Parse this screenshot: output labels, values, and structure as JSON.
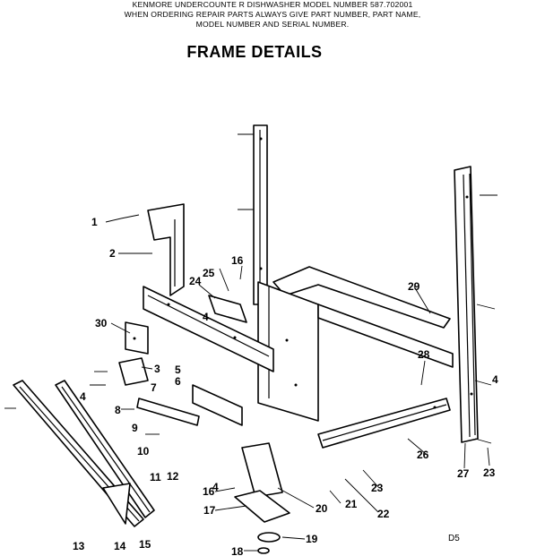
{
  "header": {
    "line1": "KENMORE UNDERCOUNTE R DISHWASHER    MODEL NUMBER 587.702001",
    "line2": "WHEN ORDERING REPAIR PARTS ALWAYS GIVE PART NUMBER, PART NAME,",
    "line3": "MODEL NUMBER AND SERIAL NUMBER."
  },
  "title": "FRAME DETAILS",
  "drawing_code": "D5",
  "callouts": {
    "c1": "1",
    "c2": "2",
    "c3": "3",
    "c4a": "4",
    "c4b": "4",
    "c4c": "4",
    "c4d": "4",
    "c5": "5",
    "c6": "6",
    "c7": "7",
    "c8": "8",
    "c9": "9",
    "c10": "10",
    "c11": "11",
    "c12": "12",
    "c13": "13",
    "c14": "14",
    "c15": "15",
    "c16a": "16",
    "c16b": "16",
    "c17": "17",
    "c18": "18",
    "c19": "19",
    "c20": "20",
    "c21": "21",
    "c22": "22",
    "c23a": "23",
    "c23b": "23",
    "c24": "24",
    "c25": "25",
    "c26": "26",
    "c27": "27",
    "c28": "28",
    "c29": "29",
    "c30": "30"
  }
}
